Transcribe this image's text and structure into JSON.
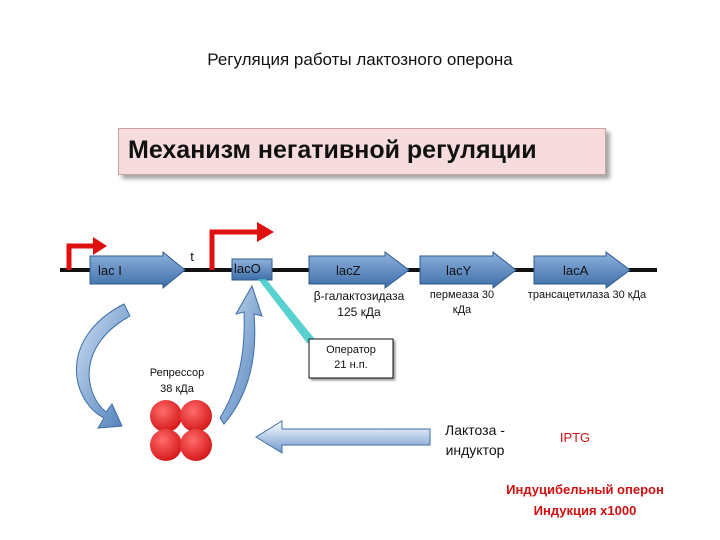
{
  "title": "Регуляция работы лактозного оперона",
  "mechanism": "Механизм негативной регуляции",
  "genes": [
    {
      "label": "lac I"
    },
    {
      "label": "lacO"
    },
    {
      "label": "lacZ"
    },
    {
      "label": "lacY"
    },
    {
      "label": "lacA"
    }
  ],
  "t_label": "t",
  "products": {
    "lacz": "β-галактозидаза 125 кДа",
    "lacy": "пермеаза 30 кДа",
    "laca": "трансацетилаза 30 кДа"
  },
  "operator": {
    "label": "Оператор",
    "size": "21 н.п."
  },
  "repressor": {
    "label": "Репрессор",
    "size": "38 кДа"
  },
  "inducer": {
    "label": "Лактоза - индуктор"
  },
  "iptg": "IPTG",
  "footer": {
    "line1": "Индуцибельный оперон",
    "line2": "Индукция х1000"
  },
  "colors": {
    "gene_arrow": "#4f81bd",
    "promoter": "#e01010",
    "repressor": "#e41b1b",
    "callout": "#3cc9c9",
    "accent_red": "#d01010"
  }
}
